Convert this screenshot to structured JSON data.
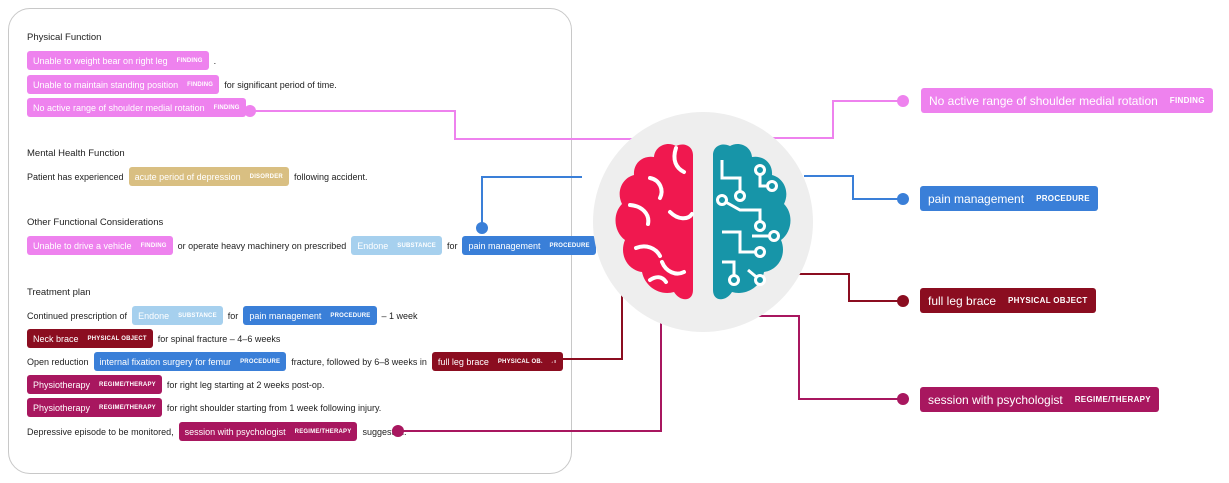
{
  "sections": [
    {
      "title": "Physical Function",
      "lines": [
        [
          {
            "entity": "Unable to weight bear on right leg",
            "type": "FINDING"
          },
          {
            "text": "."
          }
        ],
        [
          {
            "entity": "Unable to maintain standing position",
            "type": "FINDING"
          },
          {
            "text": "for significant period of time."
          }
        ],
        [
          {
            "entity": "No active range of shoulder medial rotation",
            "type": "FINDING"
          }
        ]
      ]
    },
    {
      "title": "Mental Health Function",
      "lines": [
        [
          {
            "text": "Patient has experienced"
          },
          {
            "entity": "acute period of depression",
            "type": "DISORDER"
          },
          {
            "text": "following accident."
          }
        ]
      ]
    },
    {
      "title": "Other Functional Considerations",
      "lines": [
        [
          {
            "entity": "Unable to drive a vehicle",
            "type": "FINDING"
          },
          {
            "text": "or operate heavy machinery on prescribed"
          },
          {
            "entity": "Endone",
            "type": "SUBSTANCE"
          },
          {
            "text": "for"
          },
          {
            "entity": "pain management",
            "type": "PROCEDURE"
          },
          {
            "text": "."
          }
        ]
      ]
    },
    {
      "title": "Treatment plan",
      "lines": [
        [
          {
            "text": "Continued prescription of"
          },
          {
            "entity": "Endone",
            "type": "SUBSTANCE"
          },
          {
            "text": "for"
          },
          {
            "entity": "pain management",
            "type": "PROCEDURE"
          },
          {
            "text": "– 1 week"
          }
        ],
        [
          {
            "entity": "Neck brace",
            "type": "PHYSICAL OBJECT"
          },
          {
            "text": "for spinal fracture – 4–6 weeks"
          }
        ],
        [
          {
            "text": "Open reduction"
          },
          {
            "entity": "internal fixation surgery for femur",
            "type": "PROCEDURE"
          },
          {
            "text": "fracture, followed by 6–8 weeks in"
          },
          {
            "entity": "full leg brace",
            "type": "PHYSICAL OBJECT"
          }
        ],
        [
          {
            "entity": "Physiotherapy",
            "type": "REGIME/THERAPY"
          },
          {
            "text": "for right leg starting at 2 weeks post-op."
          }
        ],
        [
          {
            "entity": "Physiotherapy",
            "type": "REGIME/THERAPY"
          },
          {
            "text": "for right shoulder starting from 1 week following injury."
          }
        ],
        [
          {
            "text": "Depressive episode to be monitored,"
          },
          {
            "entity": "session with psychologist",
            "type": "REGIME/THERAPY"
          },
          {
            "text": "suggested."
          }
        ]
      ]
    }
  ],
  "extracted": [
    {
      "entity": "No active range of shoulder medial rotation",
      "type": "FINDING"
    },
    {
      "entity": "pain management",
      "type": "PROCEDURE"
    },
    {
      "entity": "full leg brace",
      "type": "PHYSICAL OBJECT"
    },
    {
      "entity": "session with psychologist",
      "type": "REGIME/THERAPY"
    }
  ],
  "colors": {
    "FINDING": "#ee82ee",
    "DISORDER": "#d9bf82",
    "SUBSTANCE": "#a6d0ee",
    "PROCEDURE": "#3a7fd8",
    "PHYSICAL OBJECT": "#8b0d20",
    "REGIME/THERAPY": "#a8175f",
    "brain_left": "#f0184f",
    "brain_right": "#1795a8",
    "brain_circle": "#eeeeee"
  }
}
